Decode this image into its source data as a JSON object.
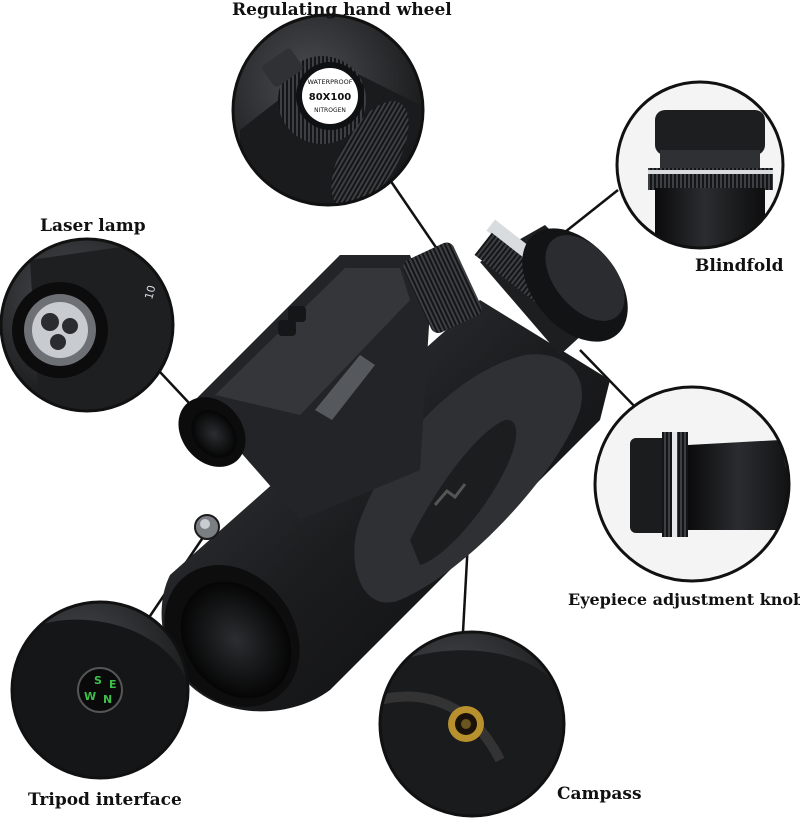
{
  "callouts": {
    "regulating_hand_wheel": "Regulating hand wheel",
    "laser_lamp": "Laser lamp",
    "blindfold": "Blindfold",
    "eyepiece_adjustment_knob": "Eyepiece adjustment knob",
    "tripod_interface": "Tripod interface",
    "campass": "Campass"
  },
  "product_markings": {
    "wheel_text_1": "WATERPROOF",
    "wheel_text_2": "80X100",
    "wheel_text_3": "NITROGEN",
    "lamp_mark": "10",
    "compass_letters": [
      "S",
      "N",
      "E",
      "W"
    ]
  },
  "colors": {
    "body_black": "#1b1c1e",
    "body_dark": "#0e0f10",
    "grip_gray": "#2e3033",
    "highlight": "#5a5d62",
    "accent_silver": "#d9dcdf",
    "compass_green": "#3fbf4a",
    "brass": "#b8912e",
    "leader_line": "#111111"
  }
}
